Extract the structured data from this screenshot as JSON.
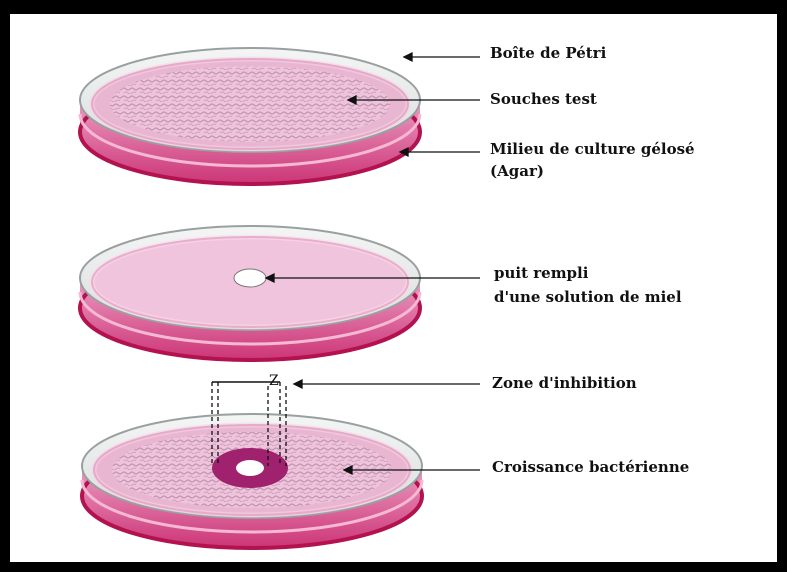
{
  "labels": {
    "petri_dish": "Boîte de Pétri",
    "test_strains": "Souches test",
    "agar_line1": "Milieu de culture gélosé",
    "agar_line2": "(Agar)",
    "well_line1": "puit rempli",
    "well_line2": "d'une solution de miel",
    "inhibition_zone": "Zone d'inhibition",
    "z_marker": "Z",
    "bacterial_growth": "Croissance bactérienne"
  },
  "colors": {
    "frame": "#000000",
    "agar_pink": "#f1c4dd",
    "agar_edge": "#c9196a",
    "culture_pattern": "#b88aa6",
    "inhibition_ring": "#a0216e",
    "well": "#ffffff"
  }
}
